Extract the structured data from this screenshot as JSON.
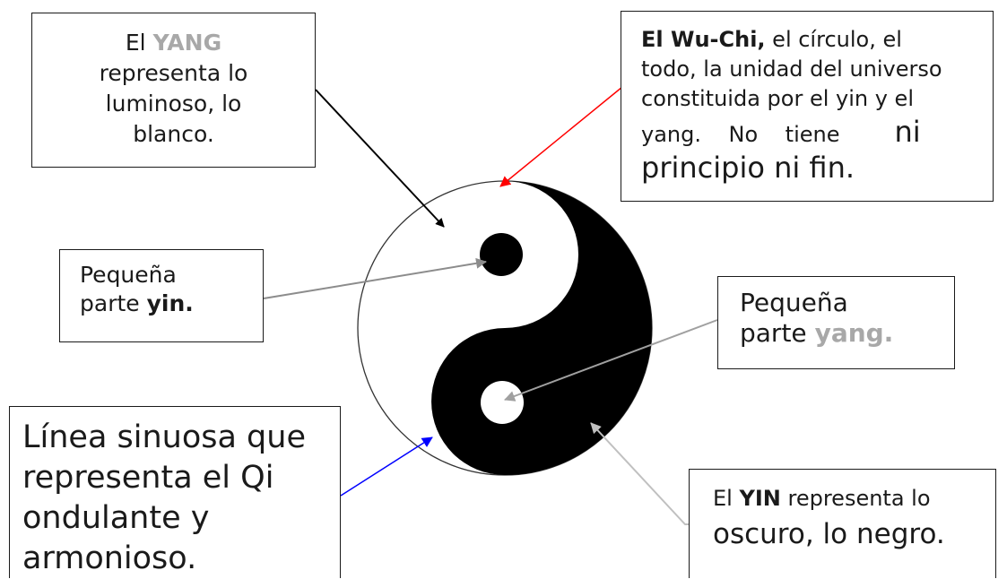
{
  "yang_box": {
    "prefix": "El ",
    "keyword": "YANG",
    "line2": "representa lo",
    "line3": "luminoso, lo",
    "line4": "blanco."
  },
  "wuchi_box": {
    "keyword": "El Wu-Chi,",
    "line1_rest": " el círculo, el",
    "line2": "todo, la unidad del universo",
    "line3": "constituida por el yin y el",
    "line4": "yang.    No    tiene",
    "line4_big": "ni",
    "line5": "principio ni fin."
  },
  "small_yin_box": {
    "line1": "Pequeña",
    "line2_prefix": "parte ",
    "keyword": "yin."
  },
  "small_yang_box": {
    "line1": "Pequeña",
    "line2_prefix": "parte ",
    "keyword": "yang."
  },
  "qi_box": {
    "line1": "Línea sinuosa que",
    "line2": "representa el Qi",
    "line3": "ondulante y",
    "line4": "armonioso."
  },
  "yin_box": {
    "prefix": "El ",
    "keyword": "YIN",
    "line1_rest": " representa lo",
    "line2": "oscuro, lo negro."
  },
  "colors": {
    "arrow_yang": "#000000",
    "arrow_wuchi": "#ff0000",
    "arrow_small_yin": "#8c8c8c",
    "arrow_small_yang": "#a0a0a0",
    "arrow_qi": "#0000ff",
    "arrow_yin": "#c0c0c0",
    "highlight_grey": "#a8a8a8"
  }
}
